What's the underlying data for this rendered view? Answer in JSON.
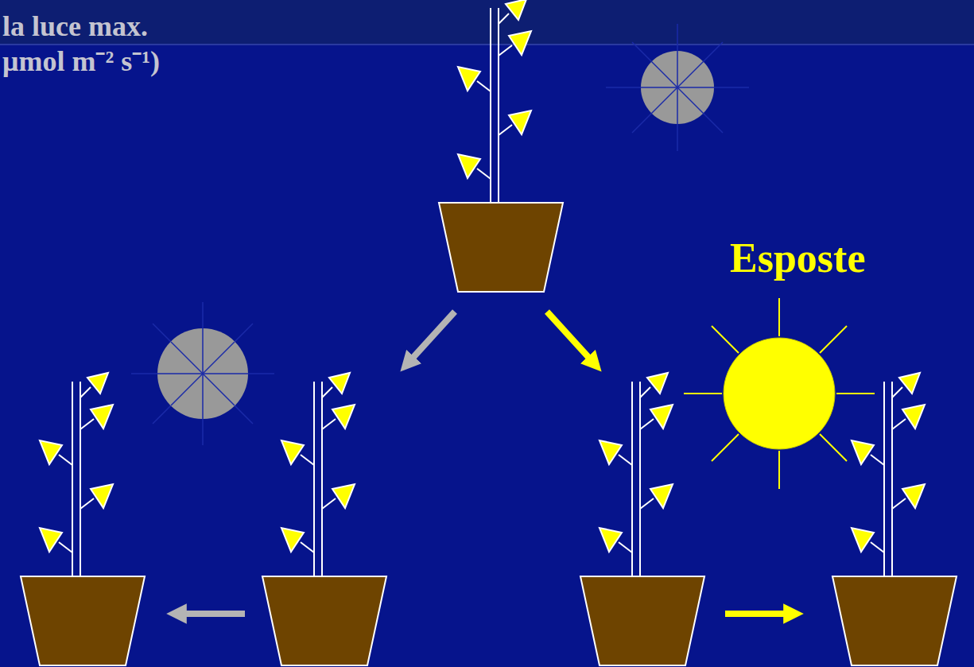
{
  "diagram": {
    "labels": [
      "la luce max.",
      "μmol m⁻² s⁻¹)",
      "Esposte"
    ]
  }
}
